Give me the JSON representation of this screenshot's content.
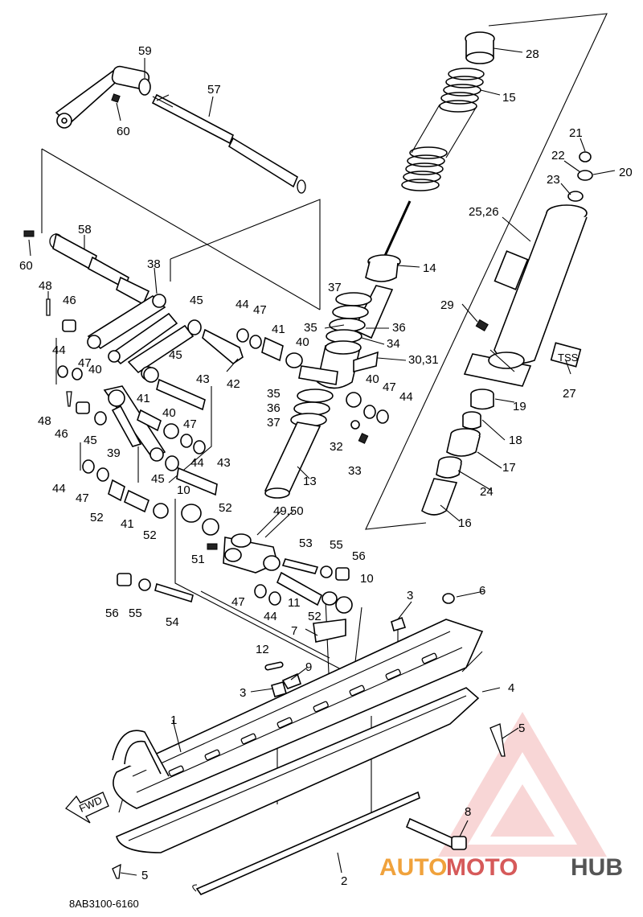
{
  "diagram_code": "8AB3100-6160",
  "fwd_label": "FWD",
  "tss_label": "TSS",
  "watermark": {
    "part1": "AUTO",
    "part2": "MOTO",
    "part3": "HUB"
  },
  "callouts": [
    {
      "id": "c59",
      "text": "59"
    },
    {
      "id": "c57",
      "text": "57"
    },
    {
      "id": "c60a",
      "text": "60"
    },
    {
      "id": "c28",
      "text": "28"
    },
    {
      "id": "c15",
      "text": "15"
    },
    {
      "id": "c21",
      "text": "21"
    },
    {
      "id": "c22",
      "text": "22"
    },
    {
      "id": "c20",
      "text": "20"
    },
    {
      "id": "c23",
      "text": "23"
    },
    {
      "id": "c2526",
      "text": "25,26"
    },
    {
      "id": "c58",
      "text": "58"
    },
    {
      "id": "c60b",
      "text": "60"
    },
    {
      "id": "c14",
      "text": "14"
    },
    {
      "id": "c38",
      "text": "38"
    },
    {
      "id": "c48a",
      "text": "48"
    },
    {
      "id": "c46a",
      "text": "46"
    },
    {
      "id": "c45a",
      "text": "45"
    },
    {
      "id": "c44a",
      "text": "44"
    },
    {
      "id": "c47a",
      "text": "47"
    },
    {
      "id": "c37a",
      "text": "37"
    },
    {
      "id": "c29",
      "text": "29"
    },
    {
      "id": "c35a",
      "text": "35"
    },
    {
      "id": "c36a",
      "text": "36"
    },
    {
      "id": "c41a",
      "text": "41"
    },
    {
      "id": "c34",
      "text": "34"
    },
    {
      "id": "c40a",
      "text": "40"
    },
    {
      "id": "c3031",
      "text": "30,31"
    },
    {
      "id": "c44b",
      "text": "44"
    },
    {
      "id": "c47b",
      "text": "47"
    },
    {
      "id": "c40b",
      "text": "40"
    },
    {
      "id": "c45b",
      "text": "45"
    },
    {
      "id": "c42",
      "text": "42"
    },
    {
      "id": "c27",
      "text": "27"
    },
    {
      "id": "c43a",
      "text": "43"
    },
    {
      "id": "c40c",
      "text": "40"
    },
    {
      "id": "c47c",
      "text": "47"
    },
    {
      "id": "c44c",
      "text": "44"
    },
    {
      "id": "c35b",
      "text": "35"
    },
    {
      "id": "c19",
      "text": "19"
    },
    {
      "id": "c48b",
      "text": "48"
    },
    {
      "id": "c41b",
      "text": "41"
    },
    {
      "id": "c36b",
      "text": "36"
    },
    {
      "id": "c46b",
      "text": "46"
    },
    {
      "id": "c40d",
      "text": "40"
    },
    {
      "id": "c37b",
      "text": "37"
    },
    {
      "id": "c18",
      "text": "18"
    },
    {
      "id": "c45c",
      "text": "45"
    },
    {
      "id": "c47d",
      "text": "47"
    },
    {
      "id": "c32",
      "text": "32"
    },
    {
      "id": "c39",
      "text": "39"
    },
    {
      "id": "c44d",
      "text": "44"
    },
    {
      "id": "c17",
      "text": "17"
    },
    {
      "id": "c33",
      "text": "33"
    },
    {
      "id": "c43b",
      "text": "43"
    },
    {
      "id": "c45d",
      "text": "45"
    },
    {
      "id": "c13",
      "text": "13"
    },
    {
      "id": "c24",
      "text": "24"
    },
    {
      "id": "c44e",
      "text": "44"
    },
    {
      "id": "c47e",
      "text": "47"
    },
    {
      "id": "c10a",
      "text": "10"
    },
    {
      "id": "c4950",
      "text": "49,50"
    },
    {
      "id": "c52a",
      "text": "52"
    },
    {
      "id": "c16",
      "text": "16"
    },
    {
      "id": "c52b",
      "text": "52"
    },
    {
      "id": "c41c",
      "text": "41"
    },
    {
      "id": "c52c",
      "text": "52"
    },
    {
      "id": "c53",
      "text": "53"
    },
    {
      "id": "c55a",
      "text": "55"
    },
    {
      "id": "c51",
      "text": "51"
    },
    {
      "id": "c56a",
      "text": "56"
    },
    {
      "id": "c10b",
      "text": "10"
    },
    {
      "id": "c3a",
      "text": "3"
    },
    {
      "id": "c6",
      "text": "6"
    },
    {
      "id": "c56b",
      "text": "56"
    },
    {
      "id": "c55b",
      "text": "55"
    },
    {
      "id": "c54",
      "text": "54"
    },
    {
      "id": "c47f",
      "text": "47"
    },
    {
      "id": "c44f",
      "text": "44"
    },
    {
      "id": "c11",
      "text": "11"
    },
    {
      "id": "c52d",
      "text": "52"
    },
    {
      "id": "c7",
      "text": "7"
    },
    {
      "id": "c12",
      "text": "12"
    },
    {
      "id": "c9",
      "text": "9"
    },
    {
      "id": "c3b",
      "text": "3"
    },
    {
      "id": "c4",
      "text": "4"
    },
    {
      "id": "c1",
      "text": "1"
    },
    {
      "id": "c5a",
      "text": "5"
    },
    {
      "id": "c8",
      "text": "8"
    },
    {
      "id": "c5b",
      "text": "5"
    },
    {
      "id": "c2",
      "text": "2"
    }
  ]
}
